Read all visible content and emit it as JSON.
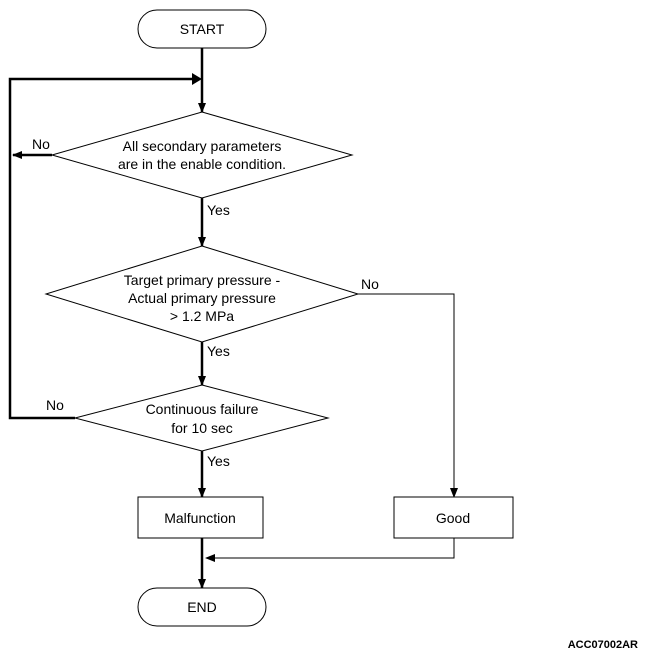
{
  "flowchart": {
    "start_label": "START",
    "end_label": "END",
    "decision_1": {
      "line_1": "All secondary parameters",
      "line_2": "are in the enable condition."
    },
    "decision_2": {
      "line_1": "Target primary pressure -",
      "line_2": "Actual primary pressure",
      "line_3": "> 1.2 MPa"
    },
    "decision_3": {
      "line_1": "Continuous failure",
      "line_2": "for 10 sec"
    },
    "malfunction_label": "Malfunction",
    "good_label": "Good",
    "labels": {
      "d1_no": "No",
      "d1_yes": "Yes",
      "d2_no": "No",
      "d2_yes": "Yes",
      "d3_no": "No",
      "d3_yes": "Yes"
    },
    "code": "ACC07002AR"
  }
}
